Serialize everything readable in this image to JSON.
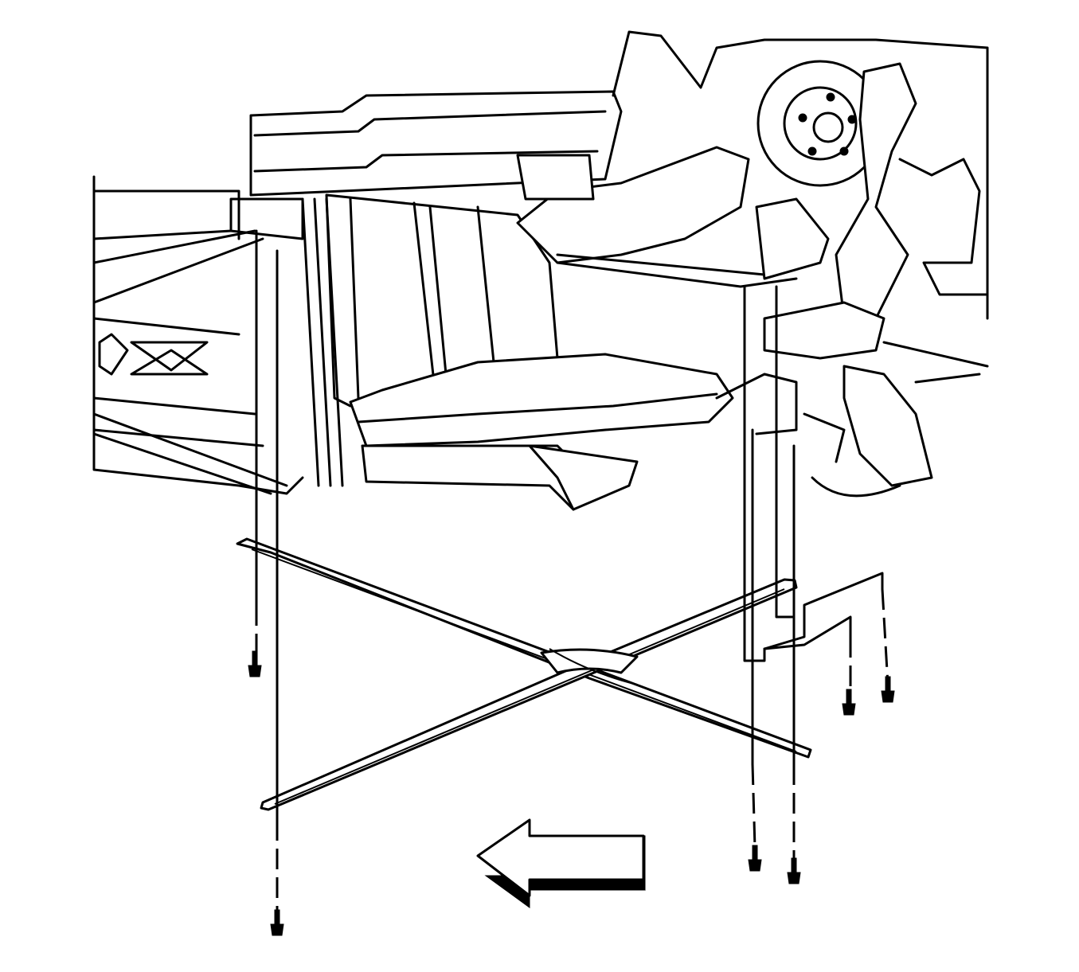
{
  "diagram": {
    "colors": {
      "line": "#000000",
      "background": "#ffffff"
    },
    "direction_arrow": {
      "icon": "left-arrow-icon"
    },
    "parts": [
      "vehicle-underbody",
      "x-brace",
      "bolt"
    ]
  }
}
